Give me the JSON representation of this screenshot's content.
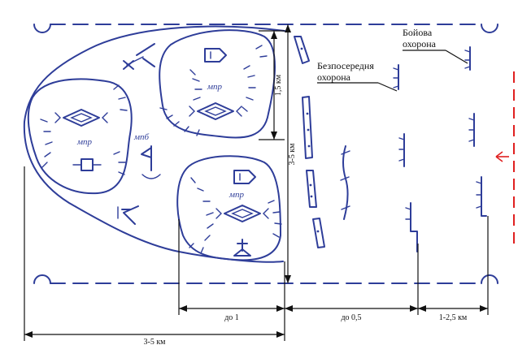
{
  "labels": {
    "combat_guard": [
      "Бойова",
      "охорона"
    ],
    "direct_guard": [
      "Безпосередня",
      "охорона"
    ]
  },
  "units": {
    "mpr_upper": "мпр",
    "mpr_left": "мпр",
    "mpr_lower": "мпр",
    "mpb": "мпб"
  },
  "dimensions": {
    "depth_outer": "3-5 км",
    "depth_inner": "1,5 км",
    "front_total": "3-5 км",
    "seg_1": "до 1",
    "seg_2": "до 0,5",
    "seg_3": "1-2,5 км"
  },
  "colors": {
    "unit_blue": "#2e3d99",
    "enemy_red": "#e02020",
    "dimension_black": "#111111"
  }
}
